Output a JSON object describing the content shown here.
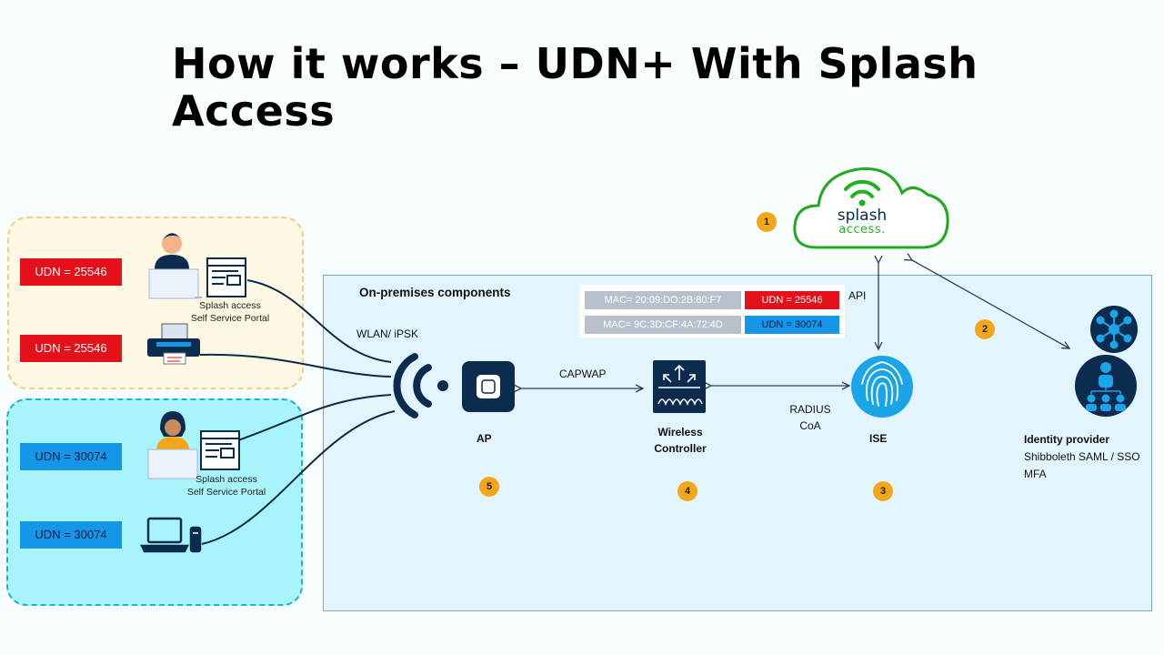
{
  "title": "How it works – UDN+ With Splash Access",
  "devices": [
    {
      "udn": "UDN = 25546",
      "color": "#e4111b"
    },
    {
      "udn": "UDN = 25546",
      "color": "#e4111b"
    },
    {
      "udn": "UDN = 30074",
      "color": "#1596e8"
    },
    {
      "udn": "UDN = 30074",
      "color": "#1596e8"
    }
  ],
  "portal_label_1": "Splash access",
  "portal_label_2": "Self Service Portal",
  "onprem_title": "On-premises components",
  "wlan_label": "WLAN/ iPSK",
  "capwap_label": "CAPWAP",
  "radius_label_1": "RADIUS",
  "radius_label_2": "CoA",
  "api_label": "API",
  "ap_label": "AP",
  "wlc_label_1": "Wireless",
  "wlc_label_2": "Controller",
  "ise_label": "ISE",
  "idp_title": "Identity provider",
  "idp_line2": "Shibboleth SAML / SSO",
  "idp_line3": "MFA",
  "cloud_brand_1": "splash",
  "cloud_brand_2": "access.",
  "mac_table": [
    {
      "mac": "MAC= 20:09:DO:2B:80:F7",
      "udn": "UDN = 25546"
    },
    {
      "mac": "MAC= 9C:3D:CF:4A:72:4D",
      "udn": "UDN = 30074"
    }
  ],
  "steps": [
    "1",
    "2",
    "3",
    "4",
    "5"
  ],
  "colors": {
    "red": "#e4111b",
    "blue": "#1596e8",
    "navy": "#0b2b4f",
    "green": "#1fb31f",
    "step": "#f3a61a"
  }
}
